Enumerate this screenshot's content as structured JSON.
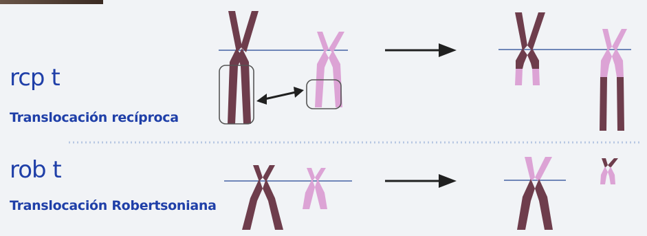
{
  "rows": [
    {
      "abbr": "rcp t",
      "name": "Translocación recíproca"
    },
    {
      "abbr": "rob t",
      "name": "Translocación Robertsoniana"
    }
  ],
  "colors": {
    "background": "#f1f3f6",
    "label_text": "#1f3fa8",
    "chromosome_dark": "#6e3d4c",
    "chromosome_light": "#dca3d5",
    "centromere_line": "#6f86b8",
    "arrow": "#202020",
    "divider": "#b7c7e3"
  },
  "icons": {
    "transition_arrow": "right-arrow",
    "exchange_arrow": "double-headed-arrow"
  }
}
